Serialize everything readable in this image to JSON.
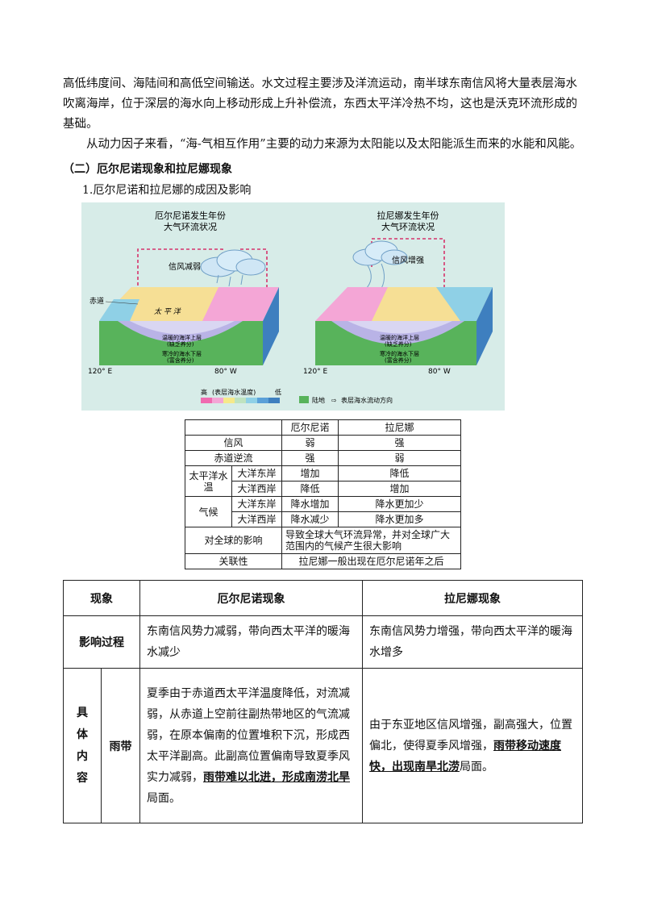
{
  "intro": {
    "p1_lines": [
      "高低纬度间、海陆间和高低空间输送。水文过程主要涉及洋流运动，南半球东南信风将大量表层海水",
      "吹离海岸，位于深层的海水向上移动形成上升补偿流，东西太平洋冷热不均，这也是沃克环流形成的",
      "基础。"
    ],
    "p2": "从动力因子来看，“海-气相互作用”主要的动力来源为太阳能以及太阳能派生而来的水能和风能。"
  },
  "section_heading": "（二）厄尔尼诺现象和拉尼娜现象",
  "subheading": "1.厄尔尼诺和拉尼娜的成因及影响",
  "figure": {
    "left_title_1": "厄尔尼诺发生年份",
    "left_title_2": "大气环流状况",
    "left_wind": "信风减弱",
    "right_title_1": "拉尼娜发生年份",
    "right_title_2": "大气环流状况",
    "right_wind": "信风增强",
    "equator": "赤道",
    "upper_layer": "温暖的海洋上层",
    "upper_note": "(缺乏养分)",
    "lower_layer": "寒冷的海水下层",
    "lower_note": "(富含养分)",
    "pacific": "太 平 洋",
    "lon_left": "120° E",
    "lon_right": "80° W",
    "legend_high": "高",
    "legend_mid": "(表层海水温度)",
    "legend_low": "低",
    "legend_land": "陆地",
    "legend_flow": "表层海水流动方向",
    "colors": {
      "sea_top": "#f4a6d6",
      "warm": "#f6e98a",
      "land": "#58b35b",
      "deep": "#3e7fbf",
      "bg": "#d7ece8"
    }
  },
  "cmp_table": {
    "header": [
      "",
      "厄尔尼诺",
      "拉尼娜"
    ],
    "wind": [
      "信风",
      "弱",
      "强"
    ],
    "counter": [
      "赤道逆流",
      "强",
      "弱"
    ],
    "temp_group": "太平洋水温",
    "temp_rows": [
      [
        "大洋东岸",
        "增加",
        "降低"
      ],
      [
        "大洋西岸",
        "降低",
        "增加"
      ]
    ],
    "climate_group": "气候",
    "climate_rows": [
      [
        "大洋东岸",
        "降水增加",
        "降水更加少"
      ],
      [
        "大洋西岸",
        "降水减少",
        "降水更加多"
      ]
    ],
    "global_label": "对全球的影响",
    "global_text": "导致全球大气环流异常，并对全球广大范围内的气候产生很大影响",
    "relation_label": "关联性",
    "relation_text": "拉尼娜一般出现在厄尔尼诺年之后"
  },
  "main_table": {
    "col_phenomenon": "现象",
    "col_elnino": "厄尔尼诺现象",
    "col_lanina": "拉尼娜现象",
    "process_label": "影响过程",
    "process_elnino": "东南信风势力减弱，带向西太平洋的暖海水减少",
    "process_lanina": "东南信风势力增强，带向西太平洋的暖海水增多",
    "content_label": "具体内容",
    "rainband_label": "雨带",
    "rain_elnino_a": "夏季由于赤道西太平洋温度降低，对流减弱，从赤道上空前往副热带地区的气流减弱，在原本偏南的位置堆积下沉，形成西太平洋副高。此副高位置偏南导致夏季风实力减弱，",
    "rain_elnino_b": "雨带难以北进，形成南涝北旱",
    "rain_elnino_c": "局面。",
    "rain_lanina_a": "由于东亚地区信风增强，副高强大，位置偏北，使得夏季风增强，",
    "rain_lanina_b": "雨带移动速度快，出现南旱北涝",
    "rain_lanina_c": "局面。"
  }
}
